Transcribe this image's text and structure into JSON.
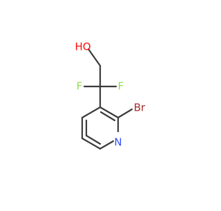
{
  "molecule": {
    "atoms": {
      "oxygen": "HO",
      "fluorine_left": "F",
      "fluorine_right": "F",
      "bromine": "Br",
      "nitrogen": "N"
    },
    "colors": {
      "bond": "#3a3a3a",
      "oxygen": "#ff0d0d",
      "fluorine": "#90e050",
      "bromine": "#a62929",
      "nitrogen": "#3050f8"
    }
  }
}
